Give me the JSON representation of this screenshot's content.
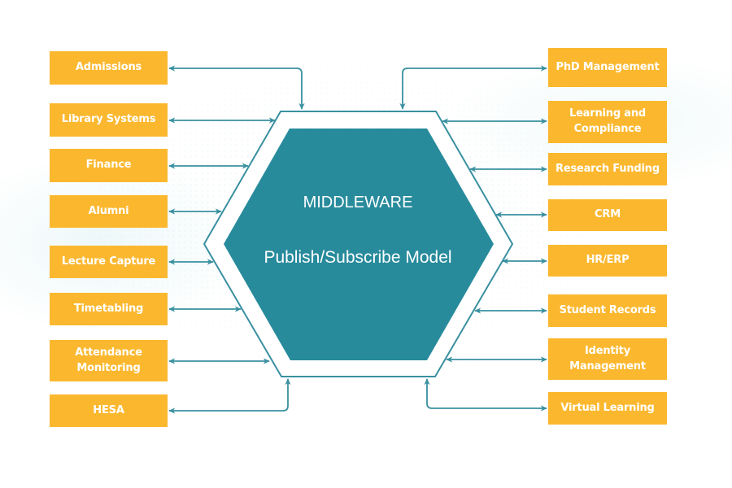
{
  "colors": {
    "box": "#fbb82f",
    "box_text": "#ffffff",
    "hexagon_fill": "#288b9c",
    "connector": "#3a90a0",
    "background": "#ffffff"
  },
  "center": {
    "title": "MIDDLEWARE",
    "subtitle": "Publish/Subscribe Model"
  },
  "left_systems": [
    {
      "label": "Admissions"
    },
    {
      "label": "Library Systems"
    },
    {
      "label": "Finance"
    },
    {
      "label": "Alumni"
    },
    {
      "label": "Lecture Capture"
    },
    {
      "label": "Timetabling"
    },
    {
      "label": "Attendance\nMonitoring"
    },
    {
      "label": "HESA"
    }
  ],
  "right_systems": [
    {
      "label": "PhD Management"
    },
    {
      "label": "Learning and\nCompliance"
    },
    {
      "label": "Research Funding"
    },
    {
      "label": "CRM"
    },
    {
      "label": "HR/ERP"
    },
    {
      "label": "Student Records"
    },
    {
      "label": "Identity\nManagement"
    },
    {
      "label": "Virtual Learning"
    }
  ],
  "connector_style": "bidirectional-arrow"
}
